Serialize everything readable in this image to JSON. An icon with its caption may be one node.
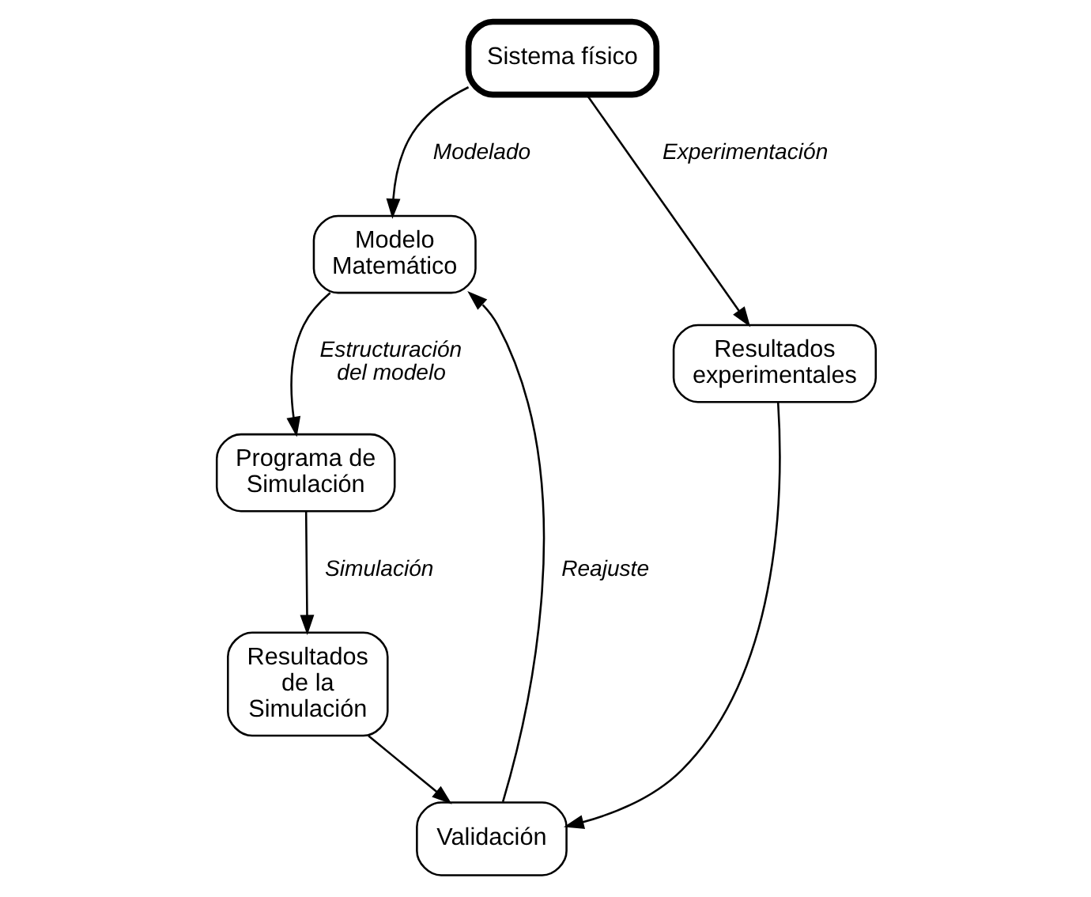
{
  "diagram": {
    "nodes": [
      {
        "text": [
          "Sistema físico"
        ]
      },
      {
        "text": [
          "Modelo Matemático"
        ]
      },
      {
        "text": [
          "Programa de Simulación"
        ]
      },
      {
        "text": [
          "Resultados de la Simulación"
        ]
      },
      {
        "text": [
          "Resultados experimentales"
        ]
      },
      {
        "text": [
          "Validación"
        ]
      }
    ],
    "edges": [
      {
        "from": 0,
        "to": 1,
        "arrow": "to",
        "label": "Modelado"
      },
      {
        "from": 0,
        "to": 4,
        "arrow": "to",
        "label": "Experimentación"
      },
      {
        "from": 1,
        "to": 2,
        "arrow": "to",
        "label": "Estructuración del modelo"
      },
      {
        "from": 2,
        "to": 3,
        "arrow": "to",
        "label": "Simulación"
      },
      {
        "from": 3,
        "to": 5,
        "arrow": "to"
      },
      {
        "from": 4,
        "to": 5,
        "arrow": "to"
      },
      {
        "from": 5,
        "to": 1,
        "arrow": "to",
        "label": "Reajuste"
      }
    ]
  }
}
